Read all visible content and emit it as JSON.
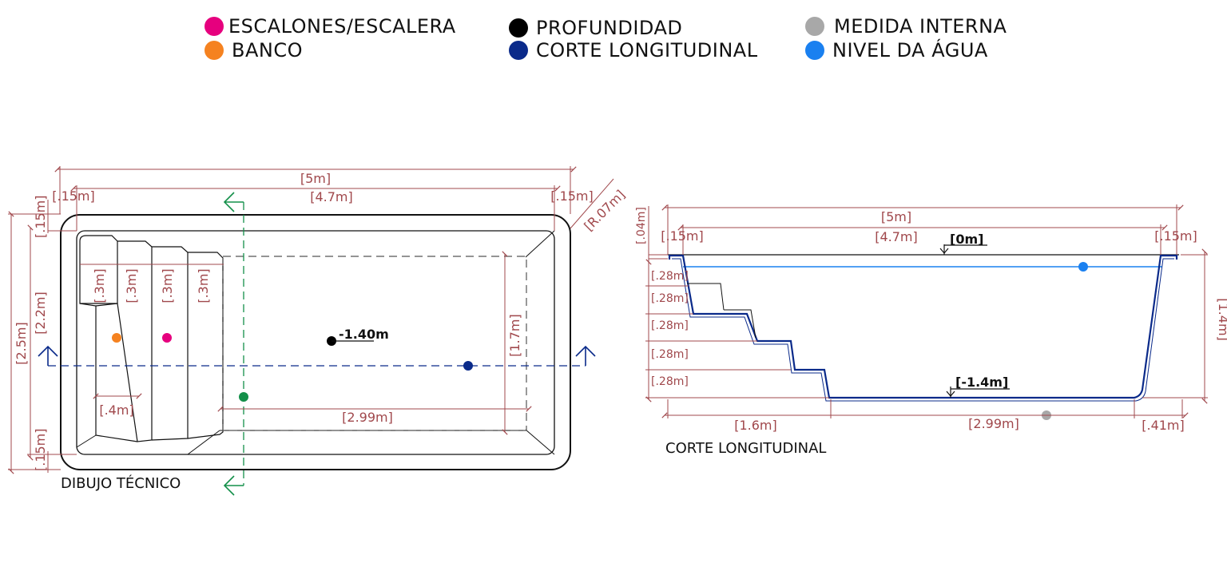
{
  "legend": [
    {
      "label": "ESCALONES/ESCALERA",
      "color": "#e6007e",
      "icon": "magenta-dot-icon"
    },
    {
      "label": "BANCO",
      "color": "#f58220",
      "icon": "orange-dot-icon"
    },
    {
      "label": "PROFUNDIDAD",
      "color": "#000000",
      "icon": "black-dot-icon"
    },
    {
      "label": "CORTE LONGITUDINAL",
      "color": "#0a2a8a",
      "icon": "navy-dot-icon"
    },
    {
      "label": "MEDIDA INTERNA",
      "color": "#a8a8a8",
      "icon": "gray-dot-icon"
    },
    {
      "label": "NIVEL DA ÁGUA",
      "color": "#1a80f0",
      "icon": "blue-dot-icon"
    }
  ],
  "plan": {
    "caption": "DIBUJO TÉCNICO",
    "overall_length": "[5m]",
    "inner_length": "[4.7m]",
    "rim_left": "[.15m]",
    "rim_right": "[.15m]",
    "corner_radius": "[R.07m]",
    "rim_top": "[.15m]",
    "rim_bottom": "[.15m]",
    "overall_width": "[2.5m]",
    "inner_width": "[2.2m]",
    "step_depths": [
      "[.3m]",
      "[.3m]",
      "[.3m]",
      "[.3m]"
    ],
    "bench_width": "[.4m]",
    "floor_length": "[2.99m]",
    "floor_width": "[1.7m]",
    "depth_label": "-1.40m"
  },
  "section": {
    "caption": "CORTE LONGITUDINAL",
    "overall_length": "[5m]",
    "inner_length": "[4.7m]",
    "rim_left": "[.15m]",
    "rim_right": "[.15m]",
    "lip_height": "[.04m]",
    "top_level": "[0m]",
    "floor_level": "[-1.4m]",
    "step_heights": [
      "[.28m]",
      "[.28m]",
      "[.28m]",
      "[.28m]",
      "[.28m]"
    ],
    "total_depth": "[1.4m]",
    "steps_run": "[1.6m]",
    "floor_run": "[2.99m]",
    "end_slope": "[.41m]"
  },
  "colors": {
    "dimension": "#a0484c",
    "section_line": "#0a2a8a",
    "water": "#1a80f0",
    "cut_marker": "#14904a",
    "outline": "#111111"
  }
}
